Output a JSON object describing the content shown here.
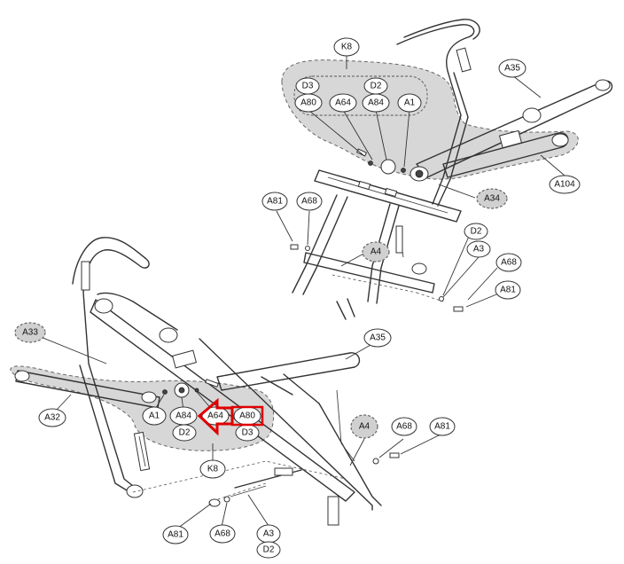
{
  "labels": {
    "k8_top": "K8",
    "d3_top": "D3",
    "d2_top": "D2",
    "a80_top": "A80",
    "a64_top": "A64",
    "a84_top": "A84",
    "a1_top": "A1",
    "a35_top": "A35",
    "a104": "A104",
    "a34": "A34",
    "a81_top_left": "A81",
    "a68_top_left": "A68",
    "a4_top": "A4",
    "d2_top_right": "D2",
    "a3_top_right": "A3",
    "a68_top_right": "A68",
    "a81_top_right": "A81",
    "a33": "A33",
    "a35_bottom": "A35",
    "a32": "A32",
    "a1_bottom": "A1",
    "a84_bottom": "A84",
    "a64_bottom": "A64",
    "a80_bottom": "A80",
    "d2_bottom": "D2",
    "d3_bottom": "D3",
    "k8_bottom": "K8",
    "a4_bottom": "A4",
    "a68_bottom_right": "A68",
    "a81_bottom_right": "A81",
    "a81_bottom": "A81",
    "a68_bottom": "A68",
    "a3_bottom": "A3",
    "d2_bottom_low": "D2"
  },
  "colors": {
    "highlight": "#e00000",
    "shaded_zone": "#d7d7d7",
    "line": "#333333"
  }
}
